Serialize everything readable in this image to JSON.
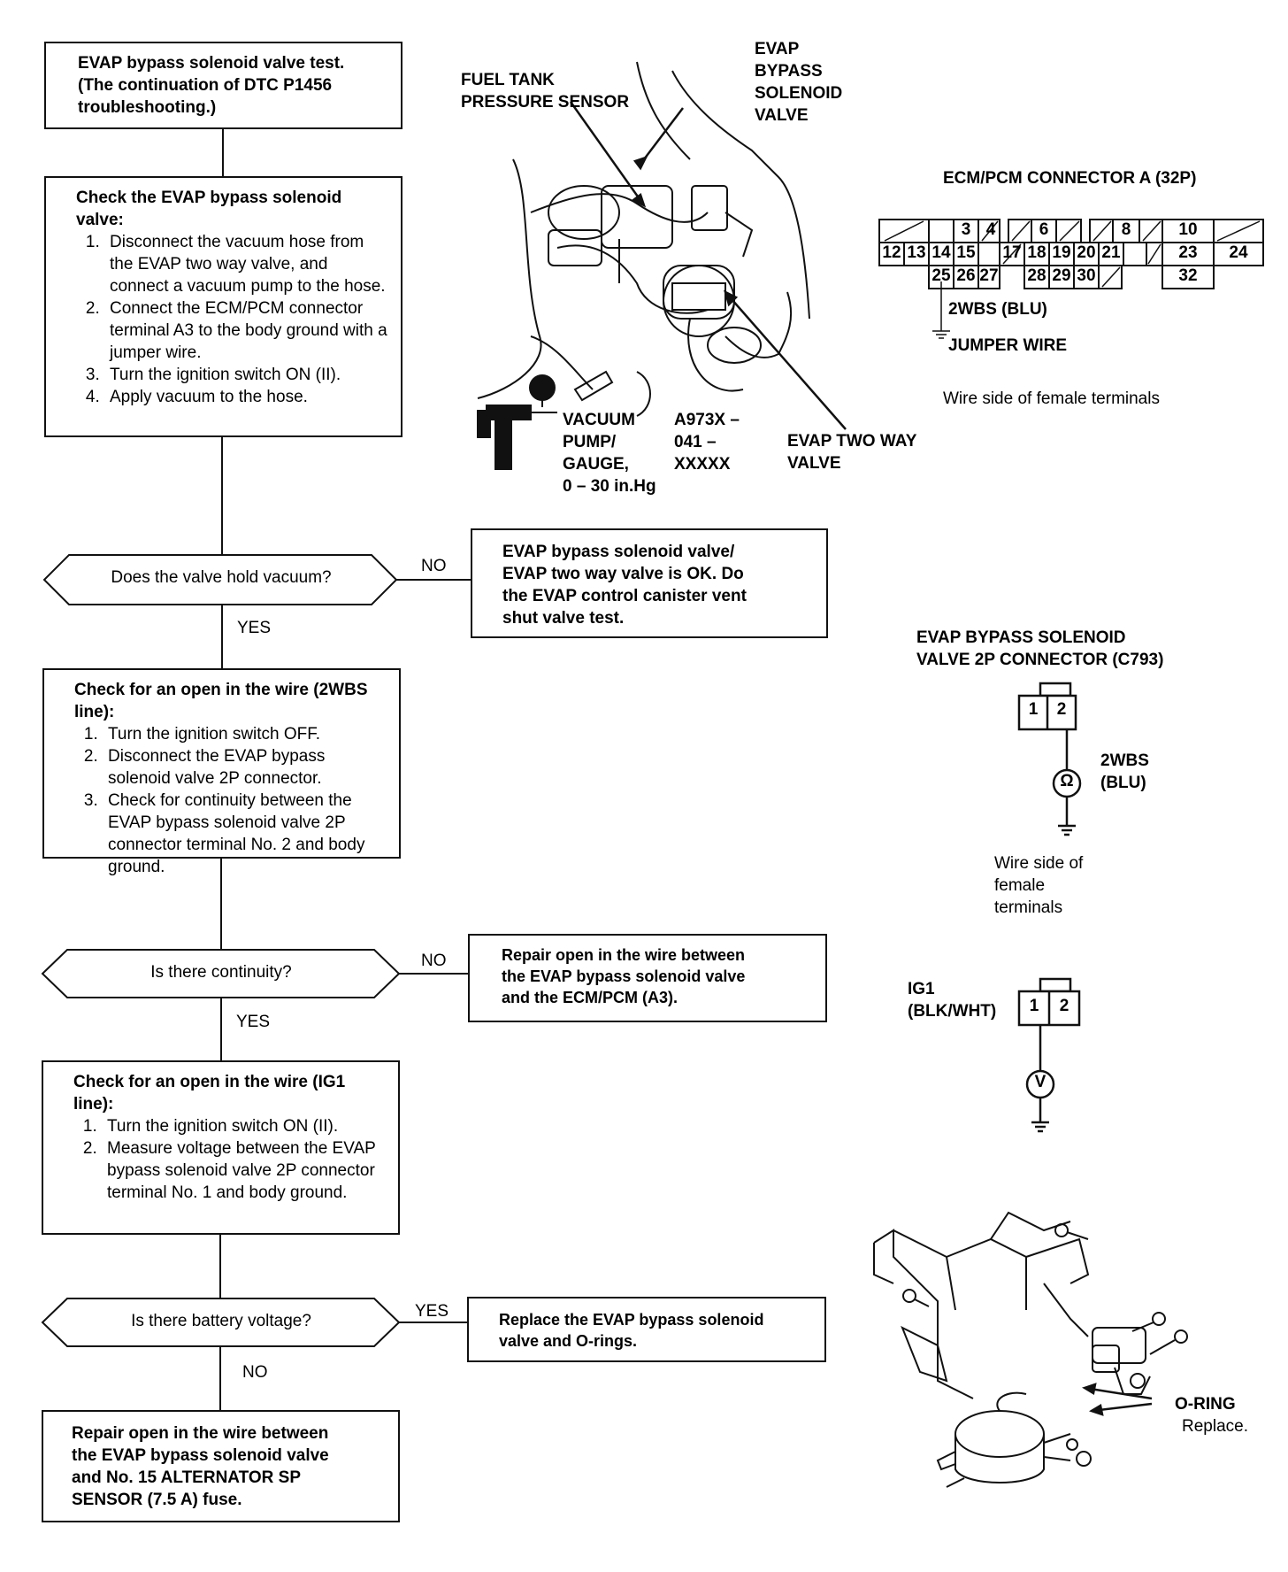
{
  "flow": {
    "start": [
      "EVAP bypass solenoid valve test.",
      "(The continuation of DTC P1456",
      "troubleshooting.)"
    ],
    "step1": {
      "title": "Check the EVAP bypass solenoid valve:",
      "items": [
        "Disconnect the vacuum hose from the EVAP two way valve, and connect a vacuum pump to the hose.",
        "Connect the ECM/PCM connector terminal A3 to the body ground with a jumper wire.",
        "Turn the ignition switch ON (II).",
        "Apply vacuum to the hose."
      ]
    },
    "q1": "Does the valve hold vacuum?",
    "q1_no": "NO",
    "q1_yes": "YES",
    "ok_box": [
      "EVAP bypass solenoid valve/",
      "EVAP two way valve is OK. Do",
      "the EVAP control canister vent",
      "shut valve test."
    ],
    "step2": {
      "title": "Check for an open in the wire (2WBS line):",
      "items": [
        "Turn the ignition switch OFF.",
        "Disconnect the EVAP bypass solenoid valve 2P connector.",
        "Check for continuity between the EVAP bypass solenoid valve 2P connector terminal No. 2 and body ground."
      ]
    },
    "q2": "Is there continuity?",
    "q2_no": "NO",
    "q2_yes": "YES",
    "repair1": [
      "Repair open in the wire between",
      "the EVAP bypass solenoid valve",
      "and the ECM/PCM (A3)."
    ],
    "step3": {
      "title": "Check for an open in the wire (IG1 line):",
      "items": [
        "Turn the ignition switch ON (II).",
        "Measure voltage between the EVAP bypass solenoid valve 2P connector terminal No. 1 and body ground."
      ]
    },
    "q3": "Is there battery voltage?",
    "q3_yes": "YES",
    "q3_no": "NO",
    "replace": [
      "Replace the EVAP bypass solenoid",
      "valve and O-rings."
    ],
    "repair2": [
      "Repair open in the wire between",
      "the EVAP bypass solenoid valve",
      "and No. 15 ALTERNATOR SP",
      "SENSOR (7.5 A) fuse."
    ]
  },
  "illustration": {
    "fuel_tank": [
      "FUEL TANK",
      "PRESSURE SENSOR"
    ],
    "evap_bypass": [
      "EVAP",
      "BYPASS",
      "SOLENOID",
      "VALVE"
    ],
    "vacuum": [
      "VACUUM",
      "PUMP/",
      "GAUGE,",
      "0 – 30 in.Hg"
    ],
    "tool": [
      "A973X –",
      "041 –",
      "XXXXX"
    ],
    "two_way": [
      "EVAP TWO WAY",
      "VALVE"
    ]
  },
  "ecm_connector": {
    "title": "ECM/PCM CONNECTOR A (32P)",
    "row1": [
      "3",
      "4",
      "6",
      "8",
      "10"
    ],
    "row2": [
      "12",
      "13",
      "14",
      "15",
      "17",
      "18",
      "19",
      "20",
      "21",
      "23",
      "24"
    ],
    "row3": [
      "25",
      "26",
      "27",
      "28",
      "29",
      "30",
      "32"
    ],
    "wire": "2WBS (BLU)",
    "jumper": "JUMPER WIRE",
    "note": "Wire side of female terminals"
  },
  "bypass_connector": {
    "title": [
      "EVAP BYPASS SOLENOID",
      "VALVE 2P CONNECTOR (C793)"
    ],
    "pins": [
      "1",
      "2"
    ],
    "wire": [
      "2WBS",
      "(BLU)"
    ],
    "meter": "Ω",
    "note": [
      "Wire side of",
      "female",
      "terminals"
    ]
  },
  "ig1_connector": {
    "wire": [
      "IG1",
      "(BLK/WHT)"
    ],
    "pins": [
      "1",
      "2"
    ],
    "meter": "V"
  },
  "oring": {
    "label": "O-RING",
    "note": "Replace."
  }
}
